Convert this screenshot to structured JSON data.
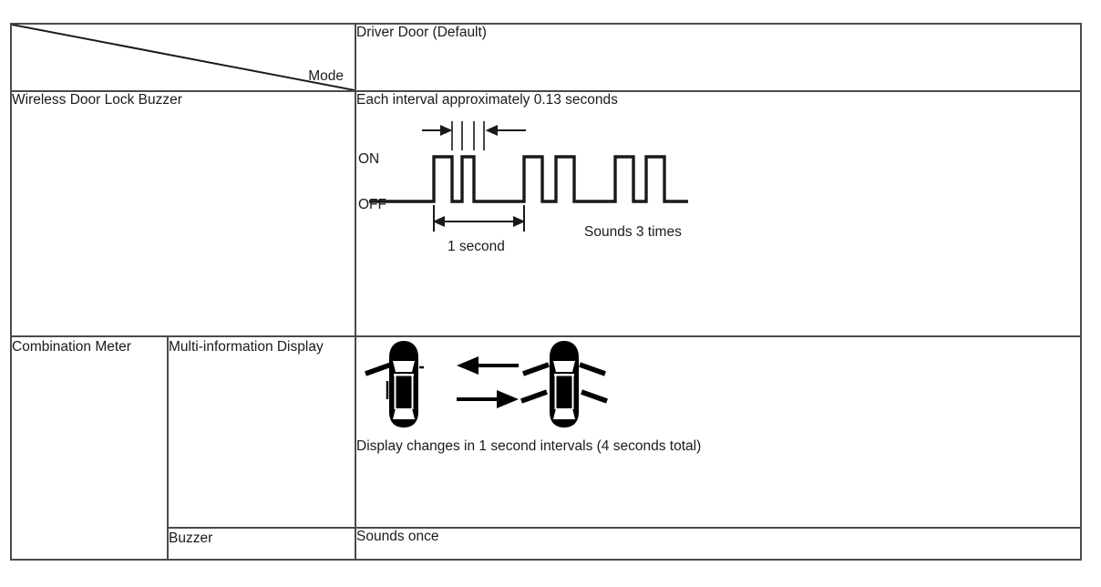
{
  "table": {
    "header": {
      "corner_label": "Mode",
      "mode_value": "Driver Door (Default)"
    },
    "rows": [
      {
        "label": "Wireless Door Lock Buzzer",
        "caption": "Each interval approximately 0.13 seconds",
        "diagram": {
          "on_label": "ON",
          "off_label": "OFF",
          "interval_note": "",
          "duration_label": "1 second",
          "repeat_label": "Sounds 3 times"
        }
      },
      {
        "label": "Combination Meter",
        "sub_label": "Multi-information Display",
        "caption": "Display changes in 1 second intervals (4 seconds total)",
        "icons": {
          "car_left": "car-top-view-single-flash-icon",
          "arrow_left": "arrow-left-icon",
          "arrow_right": "arrow-right-icon",
          "car_right": "car-top-view-multi-flash-icon"
        }
      },
      {
        "sub_label": "Buzzer",
        "value": "Sounds once"
      }
    ]
  },
  "waveform_data": {
    "type": "line",
    "title": "Wireless door lock buzzer timing",
    "on_label": "ON",
    "off_label": "OFF",
    "pulse_count": 6,
    "group_count": 3,
    "pulses_per_group": 2,
    "interval_seconds": 0.13,
    "cycle_seconds": 1,
    "repeats": 3,
    "duration_label": "1 second",
    "repeat_label": "Sounds 3 times"
  },
  "colors": {
    "border": "#4a4a4a",
    "ink": "#1a1a1a",
    "background": "#ffffff"
  }
}
